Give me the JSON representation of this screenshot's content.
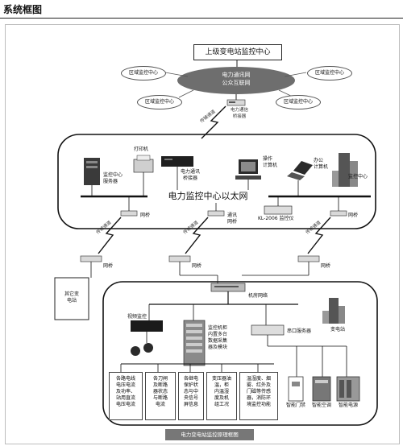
{
  "page": {
    "heading": "系统框图"
  },
  "top": {
    "title": "上级变电站监控中心",
    "network_line1": "电力通讯网",
    "network_line2": "公众互联网",
    "zones": [
      "区域监控中心",
      "区域监控中心",
      "区域监控中心",
      "区域监控中心"
    ],
    "bridge_top": "电力通信\n桥接器",
    "channel_top": "传输通道"
  },
  "ethernet": {
    "label": "电力监控中心以太网",
    "printer": "打印机",
    "server": "监控中心\n服务器",
    "bridge": "电力通讯\n桥接器",
    "operator": "操作\n计算机",
    "office": "办公\n计算机",
    "monitor": "KL-2006 监控仪",
    "center": "监控中心",
    "comm_bridge": "通讯\n网桥",
    "bridge_left": "网桥",
    "bridge_right": "网桥",
    "channels": [
      "传输通道",
      "传输通道",
      "传输通道"
    ]
  },
  "lower": {
    "bridges": [
      "网桥",
      "网桥",
      "网桥"
    ],
    "other_station": "其它变\n电站",
    "switch": "机房网络",
    "video": "视频监控",
    "cabinet": "监控机柜\n内置多台\n数据采集\n器及模块",
    "serial_server": "串口服务器",
    "substation": "变电站",
    "cells": [
      "各路电线\n电压电流\n及功率、\n站用直流\n电压电流",
      "各刀闸\n及断路\n器状态\n与断路\n电流",
      "各继电\n保护状\n态与中\n央信号\n屏信息",
      "变压器油\n温，柜\n内温湿\n度及机\n组工况",
      "温湿度、烟\n雾、红外及\n门磁等传感\n器，消防环\n境监控功能"
    ],
    "devices": [
      "智能门禁",
      "智能空调",
      "智能电源"
    ]
  },
  "caption": "电力变电站监控原理框图"
}
